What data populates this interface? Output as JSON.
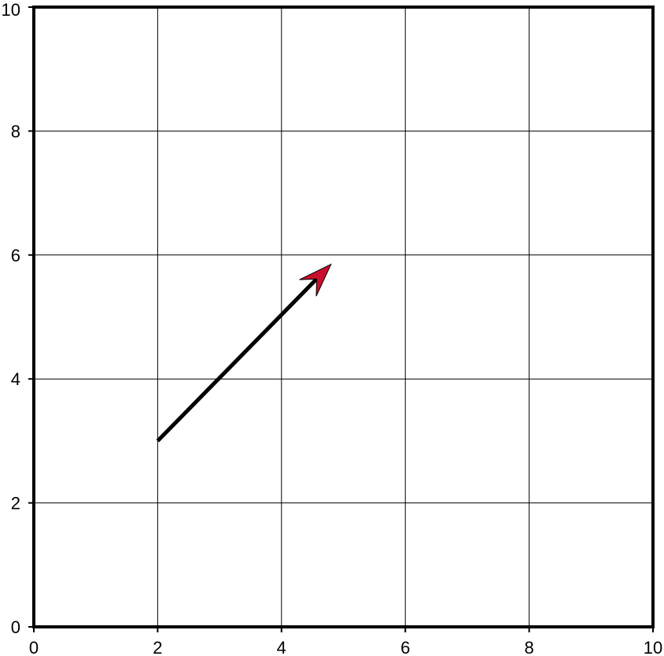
{
  "chart_data": {
    "type": "vector",
    "title": "",
    "xlabel": "",
    "ylabel": "",
    "xlim": [
      0,
      10
    ],
    "ylim": [
      0,
      10
    ],
    "grid": true,
    "x_ticks": [
      {
        "value": 0,
        "label": "0"
      },
      {
        "value": 2,
        "label": "2"
      },
      {
        "value": 4,
        "label": "4"
      },
      {
        "value": 6,
        "label": "6"
      },
      {
        "value": 8,
        "label": "8"
      },
      {
        "value": 10,
        "label": "10"
      }
    ],
    "y_ticks": [
      {
        "value": 0,
        "label": "0"
      },
      {
        "value": 2,
        "label": "2"
      },
      {
        "value": 4,
        "label": "4"
      },
      {
        "value": 6,
        "label": "6"
      },
      {
        "value": 8,
        "label": "8"
      },
      {
        "value": 10,
        "label": "10"
      }
    ],
    "vectors": [
      {
        "x0": 2,
        "y0": 3,
        "x1": 4.8,
        "y1": 5.85,
        "shaft_color": "#000000",
        "head_color": "#c8102e"
      }
    ]
  }
}
